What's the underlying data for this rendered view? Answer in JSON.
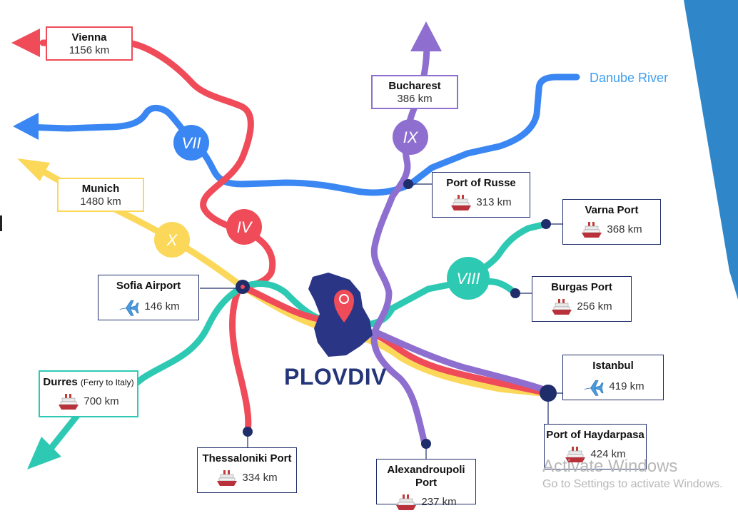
{
  "city": "PLOVDIV",
  "river": "Danube River",
  "corridors": {
    "vii": "VII",
    "iv": "IV",
    "x": "X",
    "ix": "IX",
    "viii": "VIII"
  },
  "destinations": {
    "vienna": {
      "name": "Vienna",
      "distance": "1156 km"
    },
    "bucharest": {
      "name": "Bucharest",
      "distance": "386 km"
    },
    "munich": {
      "name": "Munich",
      "distance": "1480 km"
    },
    "port_russe": {
      "name": "Port of Russe",
      "distance": "313 km",
      "icon": "ship-icon"
    },
    "varna": {
      "name": "Varna Port",
      "distance": "368 km",
      "icon": "ship-icon"
    },
    "sofia": {
      "name": "Sofia Airport",
      "distance": "146 km",
      "icon": "airplane-icon"
    },
    "burgas": {
      "name": "Burgas Port",
      "distance": "256 km",
      "icon": "ship-icon"
    },
    "durres": {
      "name": "Durres",
      "note": "(Ferry to Italy)",
      "distance": "700 km",
      "icon": "ferry-icon"
    },
    "istanbul": {
      "name": "Istanbul",
      "distance": "419 km",
      "icon": "airplane-icon"
    },
    "haydarpasa": {
      "name": "Port of Haydarpasa",
      "distance": "424 km",
      "icon": "ship-icon"
    },
    "thessaloniki": {
      "name": "Thessaloniki Port",
      "distance": "334 km",
      "icon": "ship-icon"
    },
    "alexandroupoli": {
      "name": "Alexandroupoli Port",
      "distance": "237 km",
      "icon": "ship-icon"
    }
  },
  "watermark": {
    "line1": "Activate Windows",
    "line2": "Go to Settings to activate Windows."
  },
  "colors": {
    "red": "#ef4b59",
    "blue": "#3a86f2",
    "yellow": "#fbd85a",
    "purple": "#8e6fcf",
    "teal": "#2ec9b3",
    "navy": "#1f2d6b",
    "panel": "#2f86c8"
  }
}
